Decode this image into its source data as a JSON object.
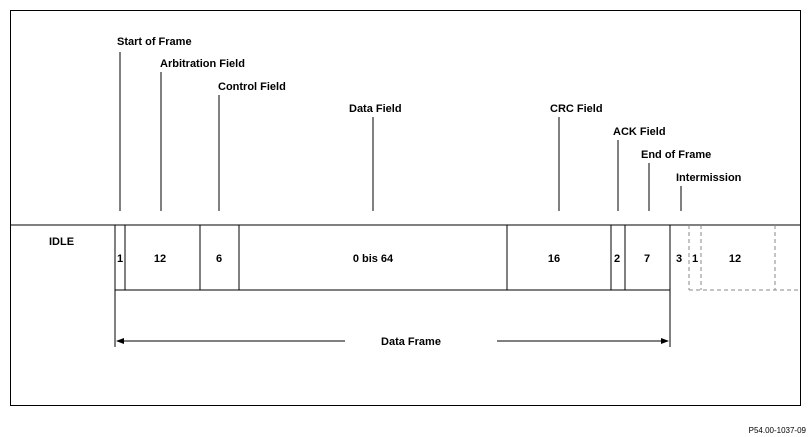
{
  "labels": {
    "start_of_frame": "Start of Frame",
    "arbitration_field": "Arbitration Field",
    "control_field": "Control Field",
    "data_field": "Data Field",
    "crc_field": "CRC Field",
    "ack_field": "ACK Field",
    "end_of_frame": "End of Frame",
    "intermission": "Intermission",
    "idle": "IDLE",
    "data_frame": "Data Frame"
  },
  "bits": {
    "sof": "1",
    "arbitration": "12",
    "control": "6",
    "data": "0 bis 64",
    "crc": "16",
    "ack": "2",
    "eof": "7",
    "intermission": "3",
    "next_sof": "1",
    "next_arbitration": "12"
  },
  "figure_id": "P54.00-1037-09"
}
